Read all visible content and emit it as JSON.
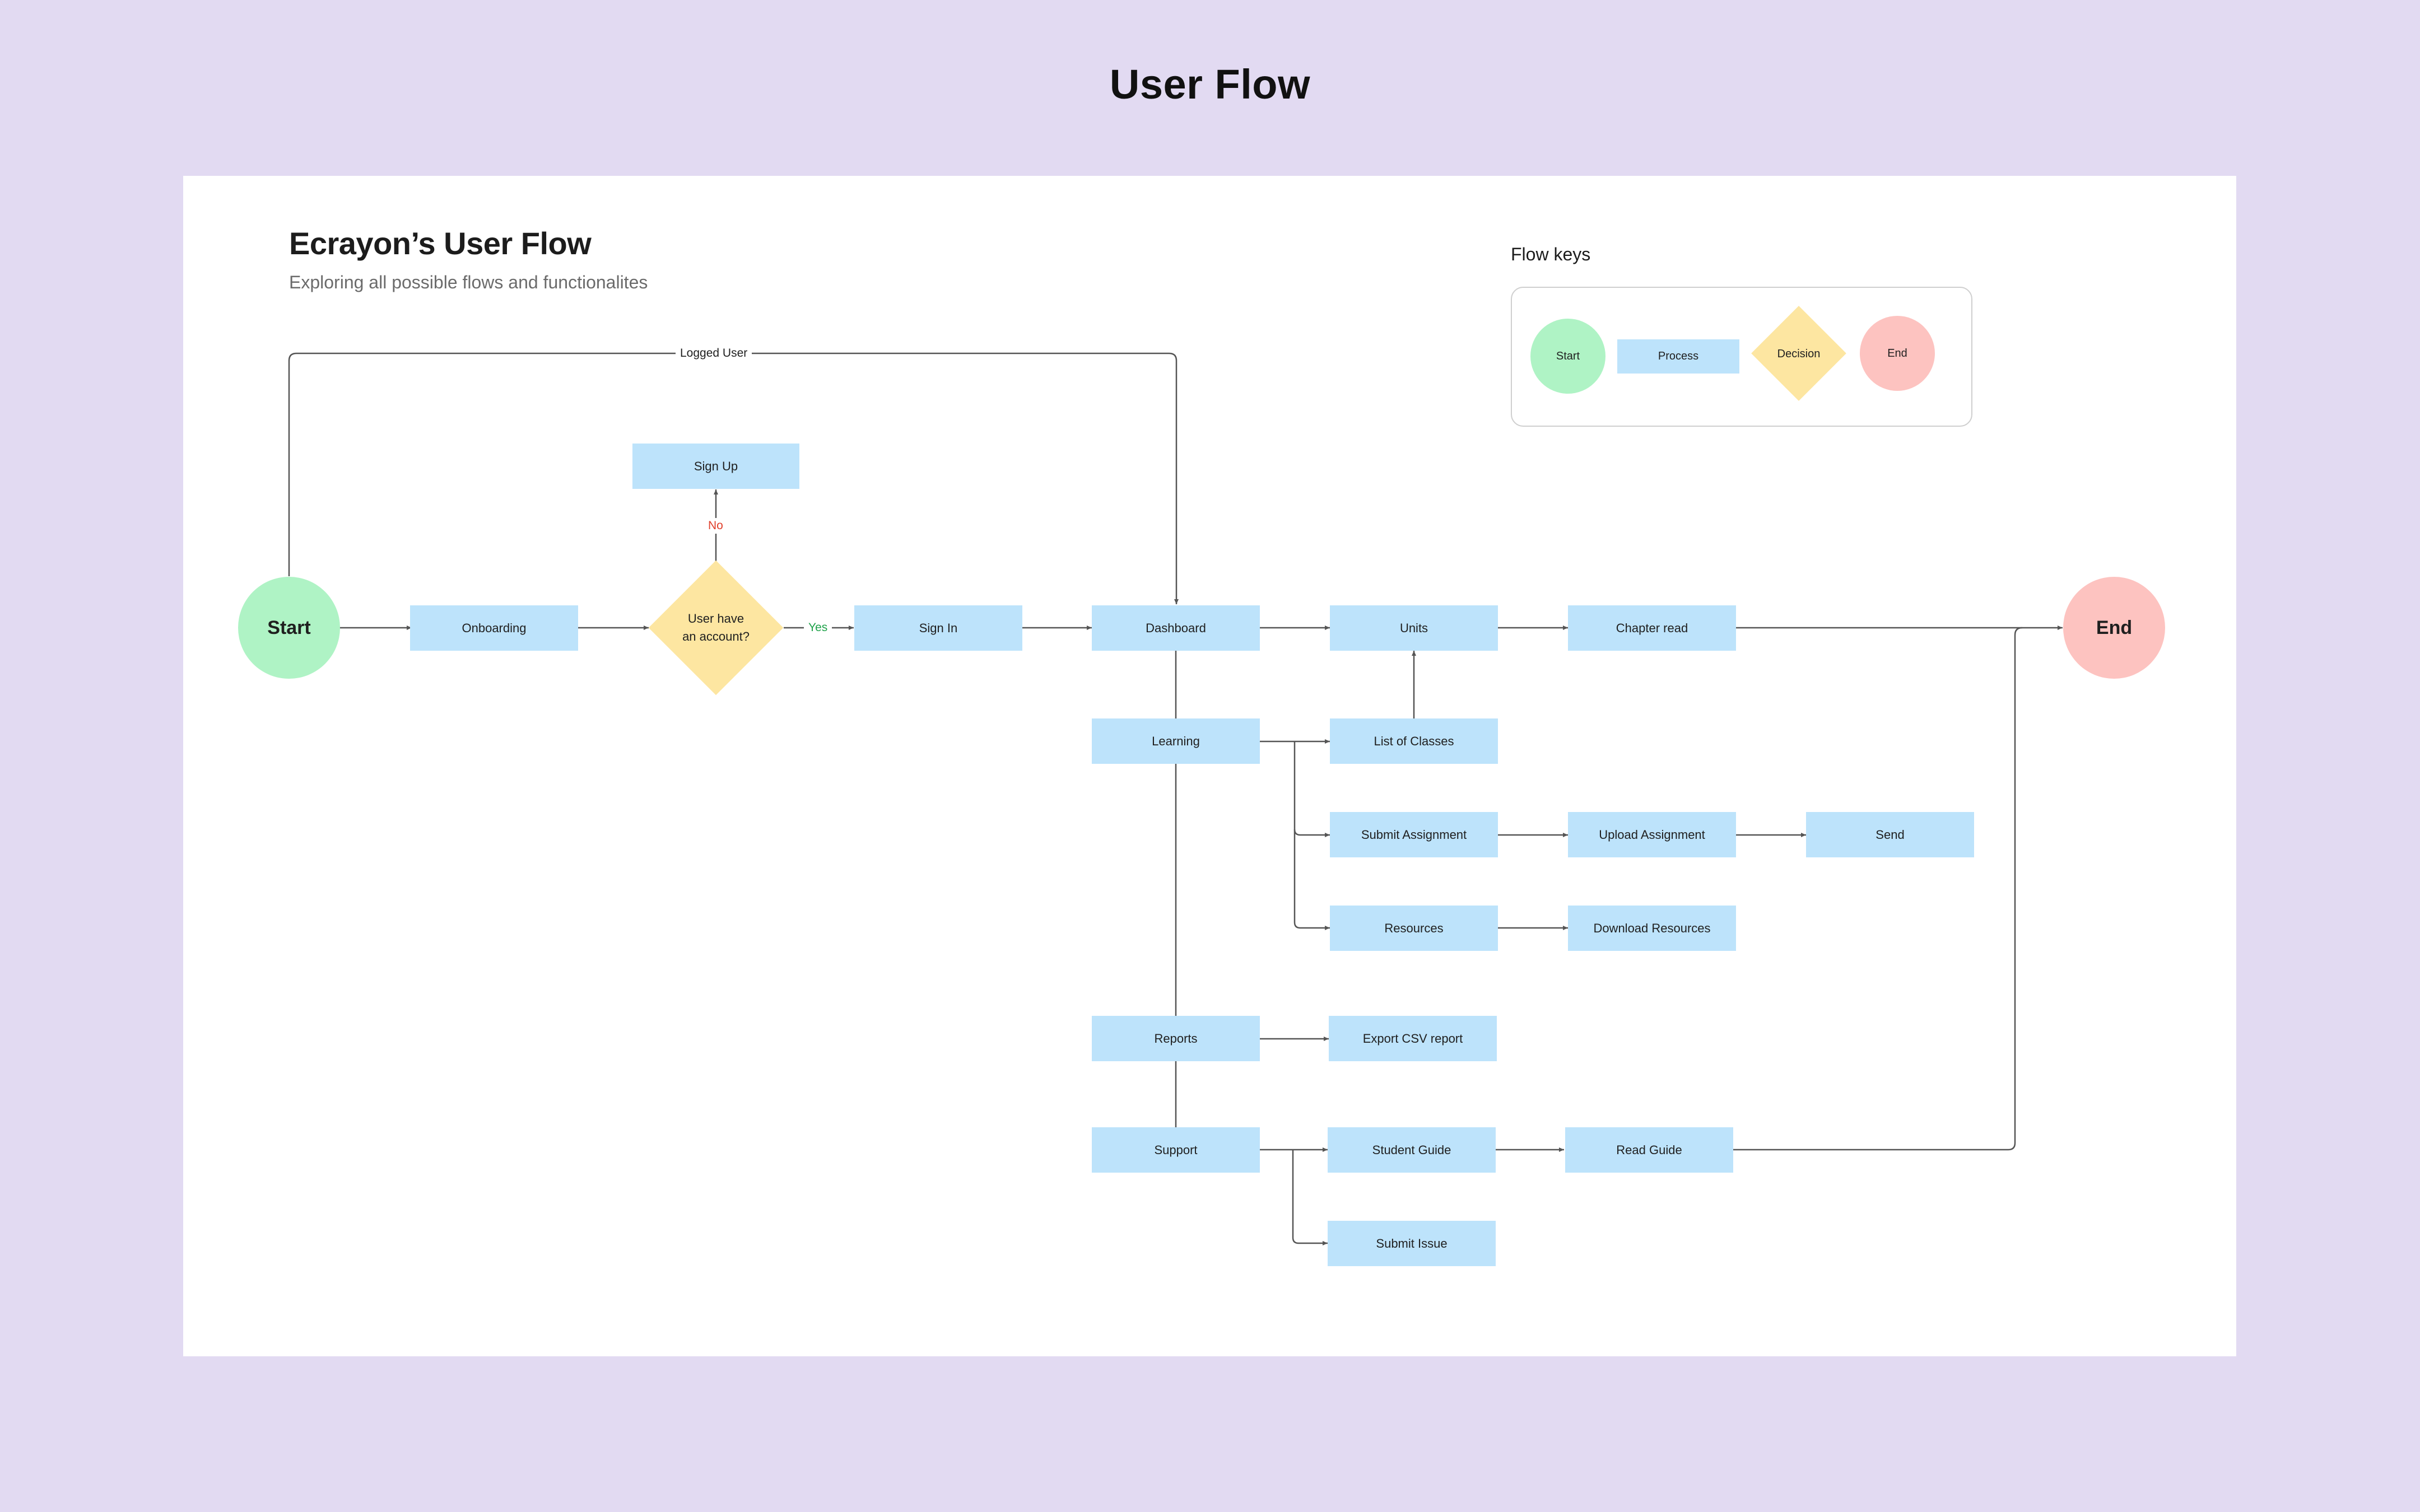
{
  "page_title": "User Flow",
  "board": {
    "heading": "Ecrayon’s User Flow",
    "subheading": "Exploring all possible flows and functionalites"
  },
  "legend": {
    "title": "Flow keys",
    "start": "Start",
    "process": "Process",
    "decision": "Decision",
    "end": "End"
  },
  "nodes": {
    "start": "Start",
    "onboarding": "Onboarding",
    "decision_line1": "User have",
    "decision_line2": "an account?",
    "sign_up": "Sign Up",
    "sign_in": "Sign In",
    "dashboard": "Dashboard",
    "units": "Units",
    "chapter_read": "Chapter read",
    "end": "End",
    "learning": "Learning",
    "list_of_classes": "List of Classes",
    "submit_assignment": "Submit Assignment",
    "upload_assignment": "Upload Assignment",
    "send": "Send",
    "resources": "Resources",
    "download_resources": "Download Resources",
    "reports": "Reports",
    "export_csv": "Export CSV report",
    "support": "Support",
    "student_guide": "Student Guide",
    "read_guide": "Read Guide",
    "submit_issue": "Submit Issue"
  },
  "edge_labels": {
    "logged_user": "Logged User",
    "no": "No",
    "yes": "Yes"
  },
  "colors": {
    "background": "#e2daf2",
    "board": "#ffffff",
    "start": "#aff3c5",
    "process": "#bde3fb",
    "decision": "#fde6a1",
    "end": "#fdc3c0",
    "no": "#e0402c",
    "yes": "#1fa24a",
    "connector": "#555555"
  }
}
